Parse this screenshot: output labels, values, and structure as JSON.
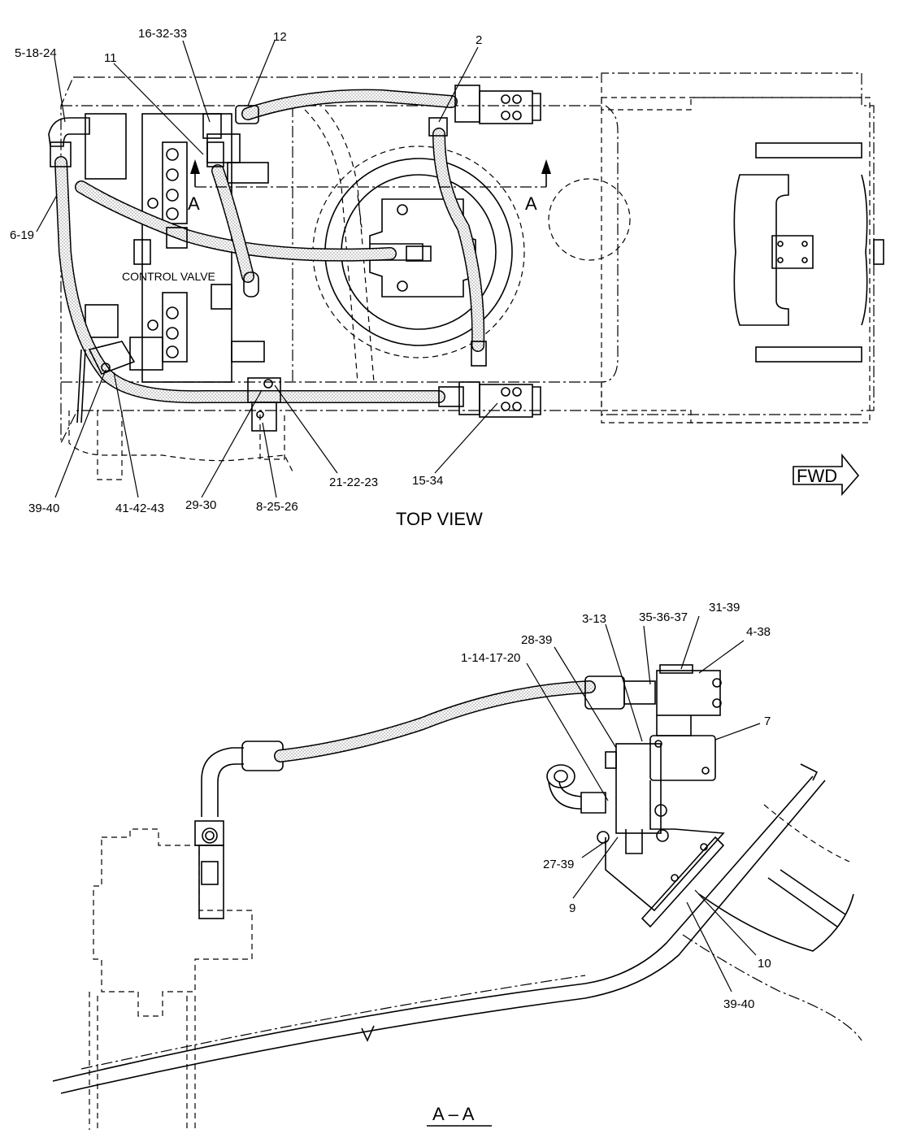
{
  "top_view": {
    "title": "TOP VIEW",
    "control_valve": "CONTROL VALVE",
    "section_mark_left": "A",
    "section_mark_right": "A",
    "fwd": "FWD",
    "callouts": {
      "c_5_18_24": "5-18-24",
      "c_16_32_33": "16-32-33",
      "c_11": "11",
      "c_12": "12",
      "c_2": "2",
      "c_6_19": "6-19",
      "c_39_40": "39-40",
      "c_41_42_43": "41-42-43",
      "c_29_30": "29-30",
      "c_8_25_26": "8-25-26",
      "c_21_22_23": "21-22-23",
      "c_15_34": "15-34"
    }
  },
  "section_view": {
    "title": "A – A",
    "callouts": {
      "c_3_13": "3-13",
      "c_35_36_37": "35-36-37",
      "c_31_39": "31-39",
      "c_4_38": "4-38",
      "c_28_39": "28-39",
      "c_1_14_17_20": "1-14-17-20",
      "c_7": "7",
      "c_27_39": "27-39",
      "c_9": "9",
      "c_10": "10",
      "c_39_40": "39-40"
    }
  }
}
